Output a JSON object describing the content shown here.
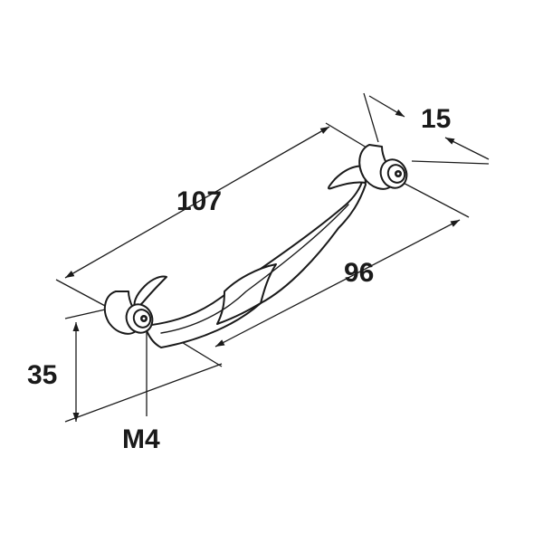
{
  "dimensions": {
    "overall_length": "107",
    "hole_spacing": "96",
    "depth": "15",
    "height": "35",
    "thread": "M4"
  }
}
